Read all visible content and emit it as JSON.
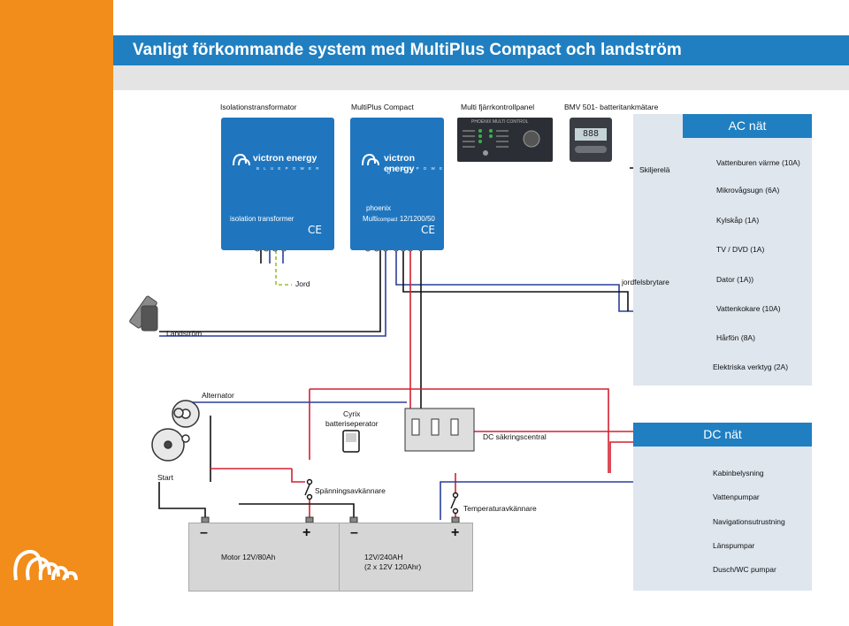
{
  "header": {
    "title": "Vanligt förkommande system med MultiPlus Compact och landström"
  },
  "devices": {
    "isolation_header": "Isolationstransformator",
    "multiplus_header": "MultiPlus Compact",
    "remote_header": "Multi fjärrkontrollpanel",
    "bmv_header": "BMV 501- batteritankmätare",
    "brand_name": "victron energy",
    "brand_sub": "B L U E   P O W E R",
    "isolation_label": "isolation transformer",
    "phoenix_label": "phoenix",
    "multi_label": "Multi",
    "multi_compact": "compact",
    "multi_rating": "12/1200/50",
    "ce_mark": "CE",
    "remote_title": "PHOENIX MULTI CONTROL",
    "bmv_display": "888"
  },
  "ac_panel": {
    "heading": "AC nät",
    "relay_label": "Skiljerelä",
    "rcd_label": "jordfelsbrytare",
    "loads": [
      "Vattenburen värme (10A)",
      "Mikrovågsugn (6A)",
      "Kylskåp (1A)",
      "TV / DVD (1A)",
      "Dator (1A))",
      "Vattenkokare (10A)",
      "Hårfön (8A)",
      "Elektriska verktyg (2A)"
    ]
  },
  "labels": {
    "ground": "Jord",
    "shore_power": "Landström",
    "alternator": "Alternator",
    "start": "Start",
    "cyrix_line1": "Cyrix",
    "cyrix_line2": "batteriseperator",
    "dc_fuse": "DC säkringscentral",
    "voltage_sensor": "Spänningsavkännare",
    "temp_sensor": "Temperaturavkännare"
  },
  "dc_panel": {
    "heading": "DC nät",
    "loads": [
      "Kabinbelysning",
      "Vattenpumpar",
      "Navigationsutrustning",
      "Länspumpar",
      "Dusch/WC pumpar"
    ]
  },
  "batteries": {
    "motor": "Motor 12V/80Ah",
    "house_line1": "12V/240AH",
    "house_line2": "(2 x 12V 120Ahr)",
    "minus": "–",
    "plus": "+"
  },
  "colors": {
    "sidebar": "#f28c1a",
    "title_bar": "#1f7fc1",
    "device_blue": "#1f76bf",
    "panel_bg": "#dfe6ee",
    "wire_red": "#d42030",
    "wire_blue": "#2a3f9c",
    "wire_black": "#111111",
    "wire_ground": "#9bbf2a"
  }
}
